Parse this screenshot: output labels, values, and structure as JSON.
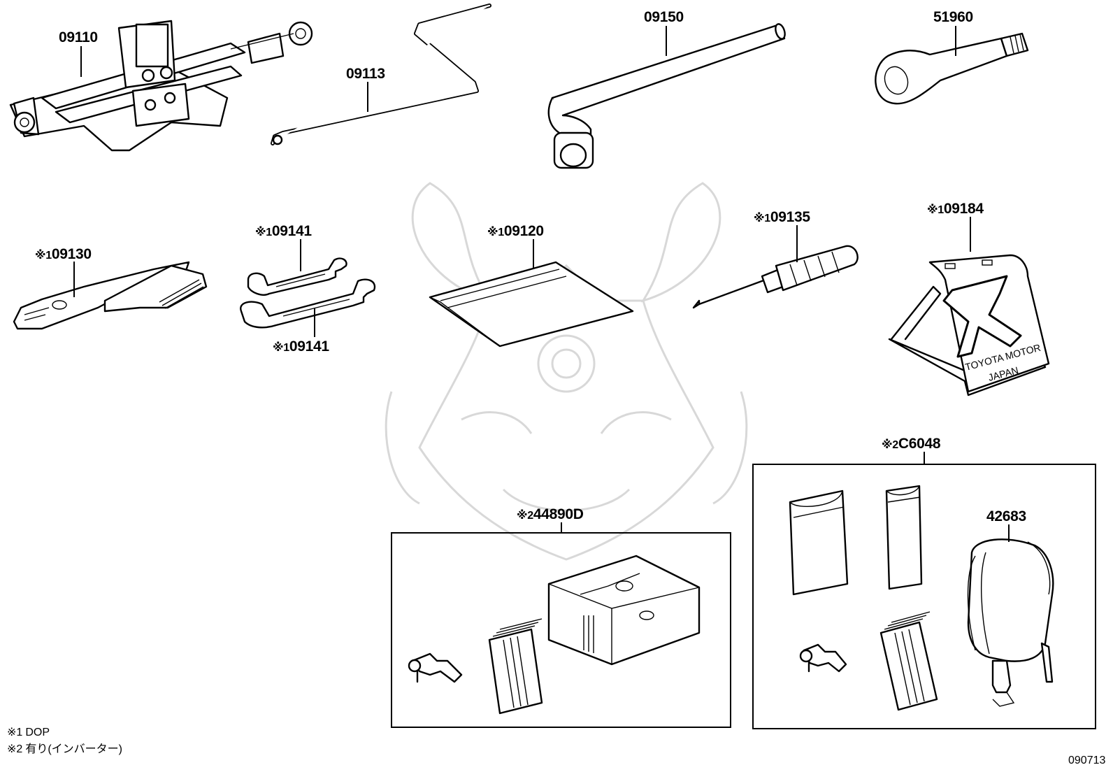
{
  "parts": [
    {
      "id": "jack",
      "marker": "",
      "code": "09110"
    },
    {
      "id": "jack-handle",
      "marker": "",
      "code": "09113"
    },
    {
      "id": "lug-wrench",
      "marker": "",
      "code": "09150"
    },
    {
      "id": "towing-eye",
      "marker": "",
      "code": "51960"
    },
    {
      "id": "pliers",
      "marker": "※1",
      "code": "09130"
    },
    {
      "id": "wrench-upper",
      "marker": "※1",
      "code": "09141"
    },
    {
      "id": "wrench-lower",
      "marker": "※1",
      "code": "09141"
    },
    {
      "id": "tool-bag",
      "marker": "※1",
      "code": "09120"
    },
    {
      "id": "screwdriver",
      "marker": "※1",
      "code": "09135"
    },
    {
      "id": "warning-triangle",
      "marker": "※1",
      "code": "09184"
    },
    {
      "id": "repair-kit",
      "marker": "※2",
      "code": "44890D"
    },
    {
      "id": "inverter-kit",
      "marker": "※2",
      "code": "C6048"
    },
    {
      "id": "compressor",
      "marker": "",
      "code": "42683"
    }
  ],
  "triangle_text": {
    "line1": "TOYOTA MOTOR",
    "line2": "JAPAN"
  },
  "legend": [
    {
      "marker": "※1",
      "text": "DOP"
    },
    {
      "marker": "※2",
      "text": "有り(インバーター)"
    }
  ],
  "diagram_code": "090713"
}
